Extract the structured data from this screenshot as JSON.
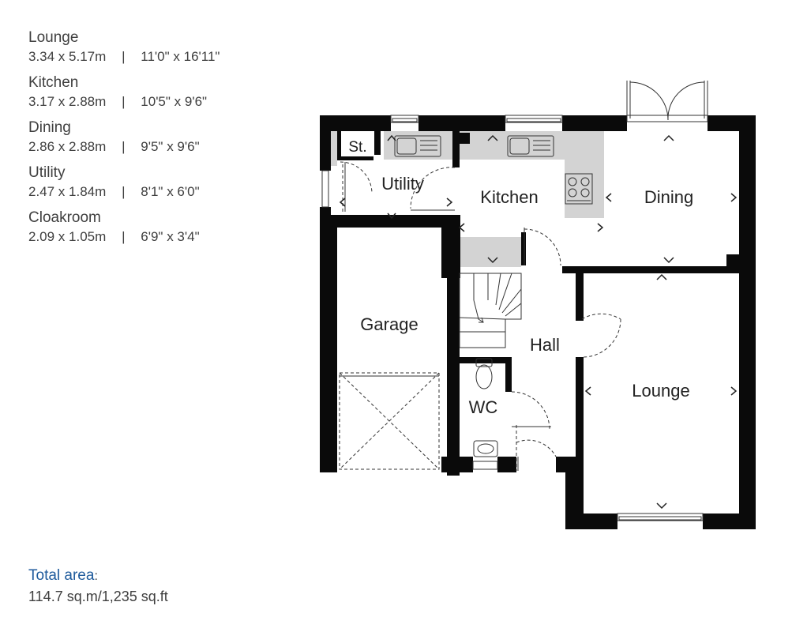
{
  "rooms": [
    {
      "name": "Lounge",
      "metric": "3.34 x 5.17m",
      "imperial": "11'0\" x 16'11\""
    },
    {
      "name": "Kitchen",
      "metric": "3.17 x 2.88m",
      "imperial": "10'5\" x 9'6\""
    },
    {
      "name": "Dining",
      "metric": "2.86 x 2.88m",
      "imperial": "9'5\" x 9'6\""
    },
    {
      "name": "Utility",
      "metric": "2.47 x 1.84m",
      "imperial": "8'1\" x 6'0\""
    },
    {
      "name": "Cloakroom",
      "metric": "2.09 x 1.05m",
      "imperial": "6'9\" x 3'4\""
    }
  ],
  "separator": "|",
  "total": {
    "label": "Total area",
    "colon": ":",
    "value": "114.7 sq.m/1,235 sq.ft"
  },
  "plan_labels": {
    "store": "St.",
    "utility": "Utility",
    "kitchen": "Kitchen",
    "dining": "Dining",
    "garage": "Garage",
    "hall": "Hall",
    "wc": "WC",
    "lounge": "Lounge"
  },
  "colors": {
    "walls": "#0a0a0a",
    "worktop": "#d3d3d3",
    "accent": "#1f5b9c"
  }
}
